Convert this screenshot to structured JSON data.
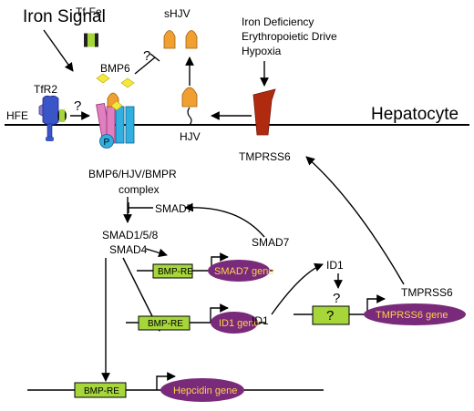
{
  "labels": {
    "iron_signal": "Iron Signal",
    "tf_fe": "Tf-Fe",
    "bmp6": "BMP6",
    "question": "?",
    "shjv": "sHJV",
    "iron_deficiency": "Iron Deficiency",
    "erythropoietic_drive": "Erythropoietic Drive",
    "hypoxia": "Hypoxia",
    "tfr2": "TfR2",
    "hfe": "HFE",
    "p": "P",
    "hjv": "HJV",
    "hepatocyte": "Hepatocyte",
    "tmprss6_membrane": "TMPRSS6",
    "complex_line1": "BMP6/HJV/BMPR",
    "complex_line2": "complex",
    "smad7_inhibitor": "SMAD7",
    "smad158": "SMAD1/5/8",
    "smad4": "SMAD4",
    "smad7_product": "SMAD7",
    "id1_product": "ID1",
    "id1_gene_output": "ID1",
    "tmprss6_product": "TMPRSS6"
  },
  "genes": {
    "bmp_re_1": "BMP-RE",
    "smad7_gene": "SMAD7 gene",
    "bmp_re_2": "BMP-RE",
    "id1_gene": "ID1 gene",
    "bmp_re_3": "BMP-RE",
    "hepcidin_gene": "Hepcidin gene",
    "unknown_element": "?",
    "tmprss6_gene": "TMPRSS6 gene"
  },
  "colors": {
    "membrane": "#000000",
    "orange_hjv": "#f0a030",
    "yellow_bmp6": "#f5e83a",
    "green_box": "#a6d63a",
    "purple_gene": "#7a2a7a",
    "gene_text": "#ffd24a",
    "tmprss6_red": "#b02a10",
    "tfr2_blue": "#3a55c8",
    "hfe_purple": "#8a7ac8",
    "receptor_pink": "#e080c0",
    "receptor_cyan": "#30b0e0"
  }
}
